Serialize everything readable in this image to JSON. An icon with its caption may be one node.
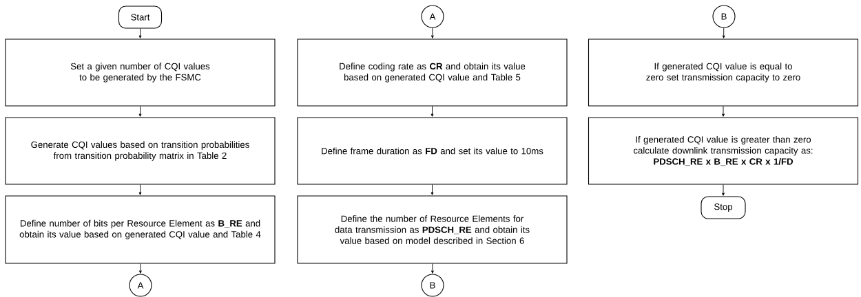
{
  "diagram": {
    "nodes": [
      {
        "text": [
          "Start"
        ]
      },
      {
        "text": [
          "Set a given number of CQI values to be generated by the FSMC"
        ]
      },
      {
        "text": [
          "Generate CQI values based on transition probabilities from transition probability matrix in Table 2"
        ]
      },
      {
        "text": [
          "Define number of bits per Resource Element as **B_RE** and obtain its value based on generated CQI value and Table 4"
        ]
      },
      {
        "text": [
          "A"
        ]
      },
      {
        "text": [
          "A"
        ]
      },
      {
        "text": [
          "Define coding rate as **CR** and obtain its value based on generated CQI value and Table 5"
        ]
      },
      {
        "text": [
          "Define frame duration as **FD** and set its value to 10ms"
        ]
      },
      {
        "text": [
          "Define the number of Resource Elements for data transmission as **PDSCH_RE** and obtain its value based on model described  in Section 6"
        ]
      },
      {
        "text": [
          "B"
        ]
      },
      {
        "text": [
          "B"
        ]
      },
      {
        "text": [
          "If generated CQI value is equal to zero set transmission capacity to zero"
        ]
      },
      {
        "text": [
          "If generated CQI value is greater than zero calculate downlink transmission capacity as:",
          "**PDSCH_RE x B_RE x CR x 1/FD**"
        ]
      },
      {
        "text": [
          "Stop"
        ]
      }
    ],
    "edges": [
      {
        "from": 0,
        "to": 1,
        "arrow": "to"
      },
      {
        "from": 1,
        "to": 2,
        "arrow": "to"
      },
      {
        "from": 2,
        "to": 3,
        "arrow": "to"
      },
      {
        "from": 3,
        "to": 4,
        "arrow": "to"
      },
      {
        "from": 5,
        "to": 6,
        "arrow": "to"
      },
      {
        "from": 6,
        "to": 7,
        "arrow": "to"
      },
      {
        "from": 7,
        "to": 8,
        "arrow": "to"
      },
      {
        "from": 8,
        "to": 9,
        "arrow": "to"
      },
      {
        "from": 10,
        "to": 11,
        "arrow": "to"
      },
      {
        "from": 11,
        "to": 12,
        "arrow": "to"
      },
      {
        "from": 12,
        "to": 13,
        "arrow": "to"
      }
    ]
  }
}
